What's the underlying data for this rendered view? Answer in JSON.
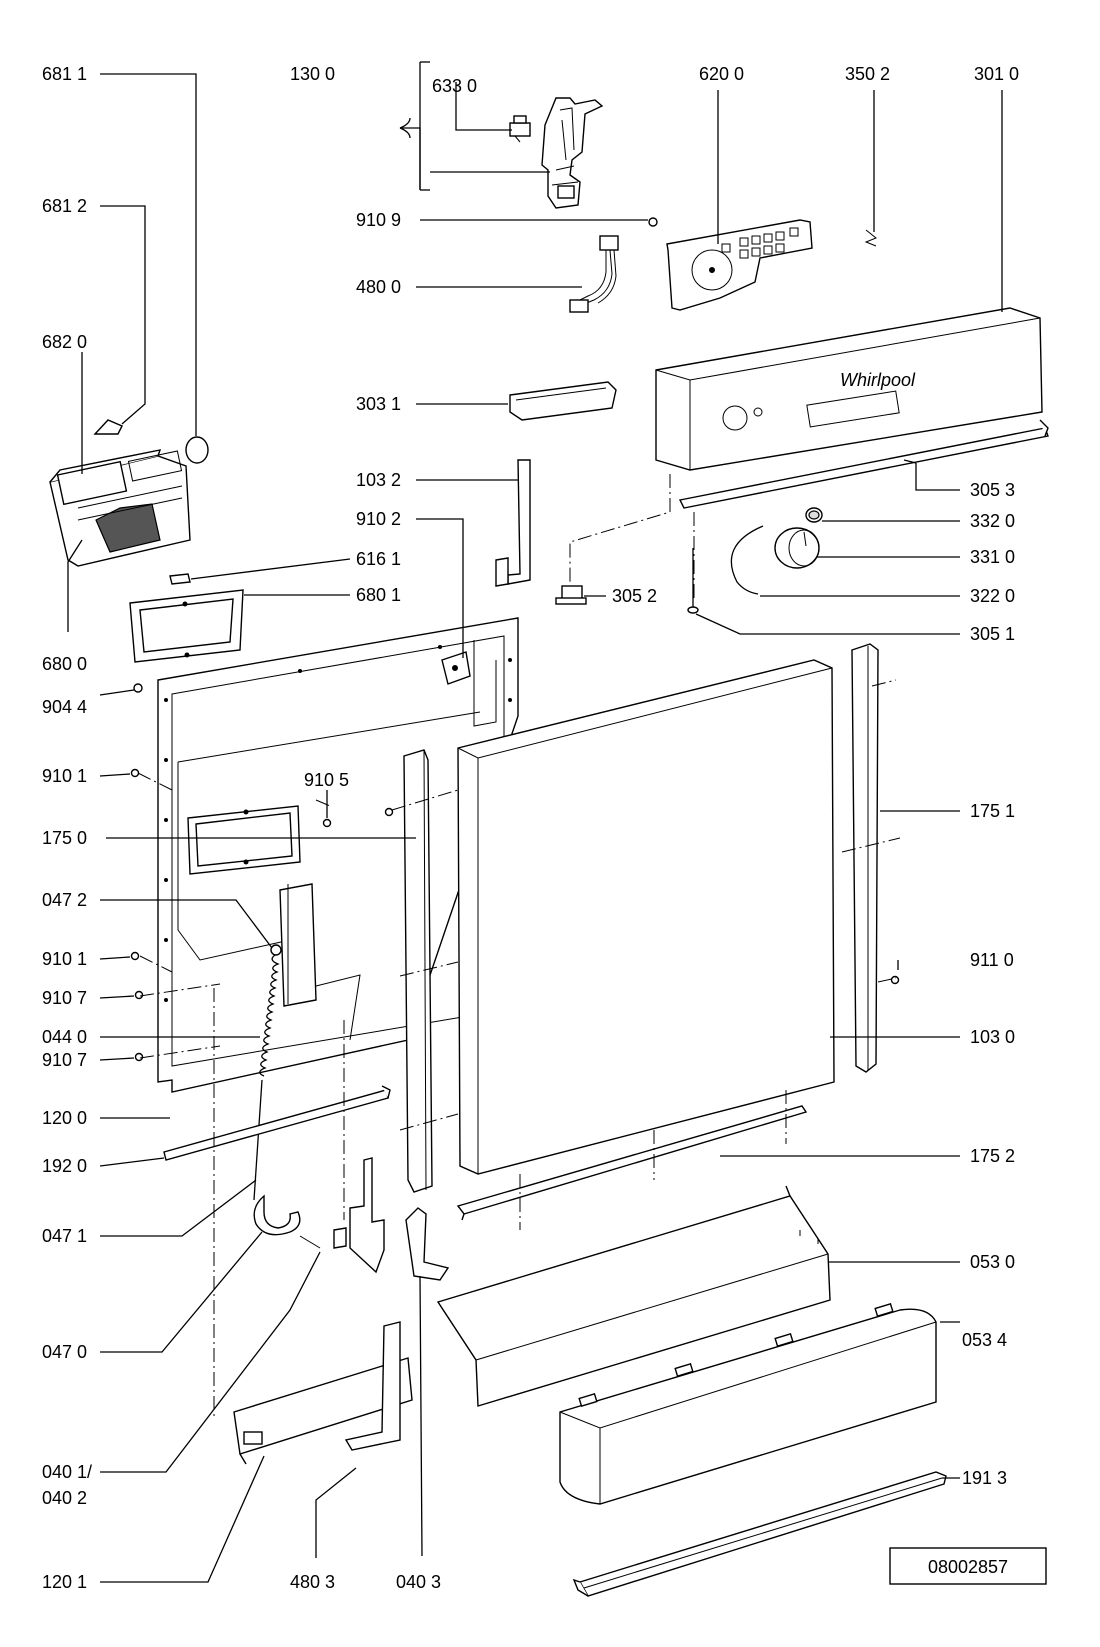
{
  "drawing_number": "08002857",
  "part_labels": {
    "p681_1": "681 1",
    "p130_0": "130 0",
    "p633_0": "633 0",
    "p620_0": "620 0",
    "p350_2": "350 2",
    "p301_0": "301 0",
    "p681_2": "681 2",
    "p910_9": "910 9",
    "p480_0": "480 0",
    "p682_0": "682 0",
    "p303_1": "303 1",
    "p103_2": "103 2",
    "p305_3": "305 3",
    "p910_2": "910 2",
    "p332_0": "332 0",
    "p331_0": "331 0",
    "p616_1": "616 1",
    "p305_2": "305 2",
    "p322_0": "322 0",
    "p680_1": "680 1",
    "p305_1": "305 1",
    "p680_0": "680 0",
    "p904_4": "904 4",
    "p910_1a": "910 1",
    "p910_5": "910 5",
    "p175_1": "175 1",
    "p175_0": "175 0",
    "p047_2": "047 2",
    "p910_1b": "910 1",
    "p911_0": "911 0",
    "p910_7a": "910 7",
    "p044_0": "044 0",
    "p103_0": "103 0",
    "p910_7b": "910 7",
    "p120_0": "120 0",
    "p175_2": "175 2",
    "p192_0": "192 0",
    "p047_1": "047 1",
    "p053_0": "053 0",
    "p047_0": "047 0",
    "p053_4": "053 4",
    "p040_1": "040 1/",
    "p040_2": "040 2",
    "p191_3": "191 3",
    "p120_1": "120 1",
    "p480_3": "480 3",
    "p040_3": "040 3"
  }
}
